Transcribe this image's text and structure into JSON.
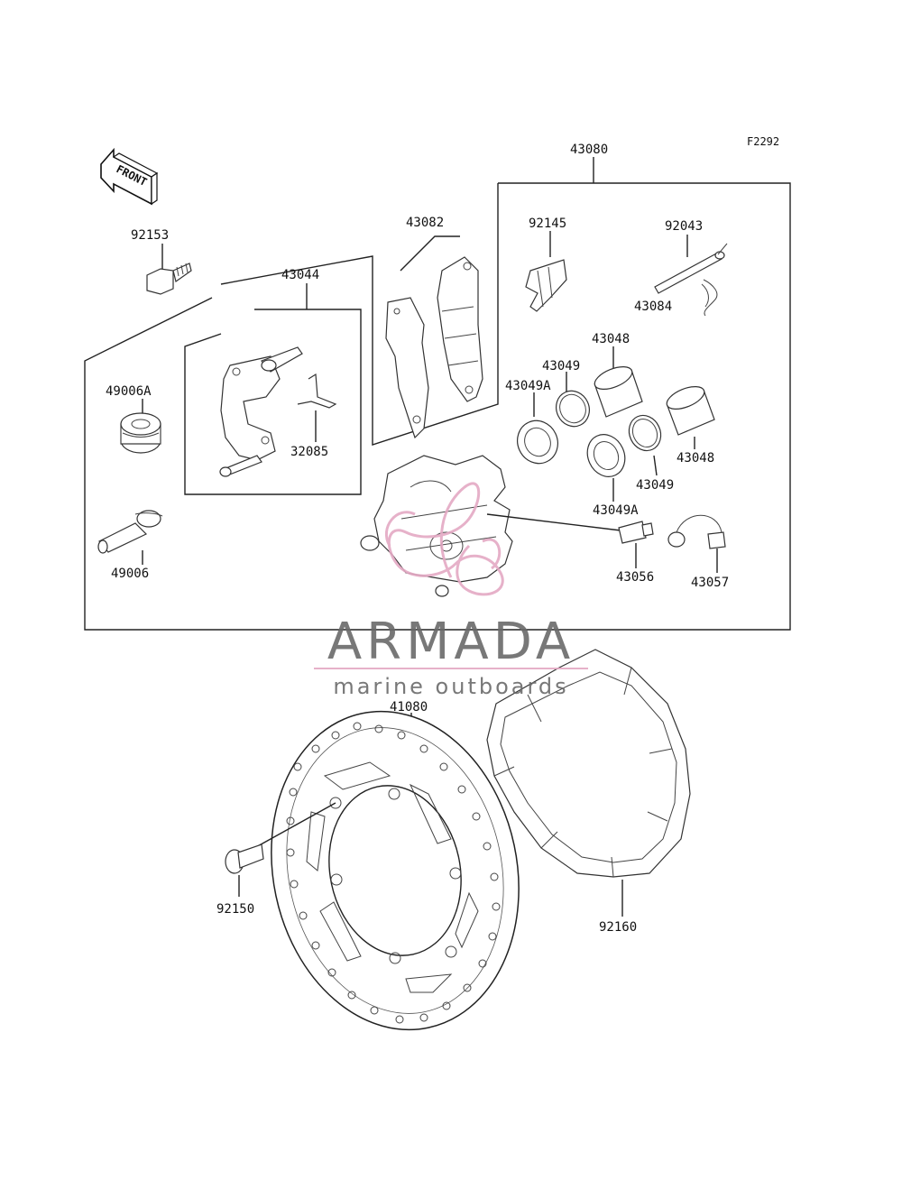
{
  "diagram_code": "F2292",
  "direction_arrow": {
    "label": "FRONT"
  },
  "part_labels": {
    "p43080": "43080",
    "p92153": "92153",
    "p43082": "43082",
    "p92145": "92145",
    "p92043": "92043",
    "p43044": "43044",
    "p43084": "43084",
    "p43048a": "43048",
    "p43049a": "43049",
    "p49006A": "49006A",
    "p43049Aa": "43049A",
    "p32085": "32085",
    "p43048b": "43048",
    "p43049b": "43049",
    "p43049Ab": "43049A",
    "p49006": "49006",
    "p43056": "43056",
    "p43057": "43057",
    "p41080": "41080",
    "p92150": "92150",
    "p92160": "92160"
  },
  "watermark": {
    "title": "ARMADA",
    "subtitle": "marine outboards",
    "accent_color": "#e4a9c4"
  }
}
